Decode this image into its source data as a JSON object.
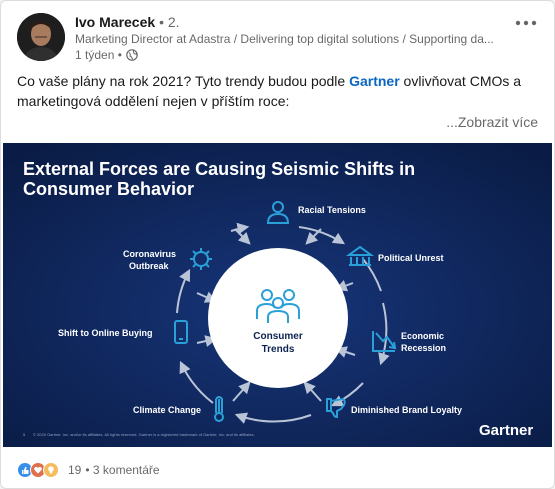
{
  "post": {
    "author_name": "Ivo Marecek",
    "degree": "• 2.",
    "headline": "Marketing Director at Adastra / Delivering top digital solutions / Supporting da...",
    "time": "1 týden •",
    "visibility_icon": "globe-icon",
    "menu_icon": "more-horizontal-icon",
    "text_before": "Co vaše plány na rok 2021? Tyto trendy budou podle ",
    "text_link": "Gartner",
    "text_after": " ovlivňovat CMOs a marketingová oddělení nejen v příštím roce:",
    "see_more": "...Zobrazit více"
  },
  "infographic": {
    "title_line1": "External Forces are Causing Seismic Shifts in",
    "title_line2": "Consumer Behavior",
    "center_line1": "Consumer",
    "center_line2": "Trends",
    "labels": {
      "racial": "Racial Tensions",
      "political": "Political Unrest",
      "economic1": "Economic",
      "economic2": "Recession",
      "brand": "Diminished Brand Loyalty",
      "climate": "Climate Change",
      "shift": "Shift to Online Buying",
      "corona1": "Coronavirus",
      "corona2": "Outbreak"
    },
    "footer_text": "© 2020 Gartner, Inc. and/or its affiliates. All rights reserved. Gartner is a registered trademark of Gartner, Inc. and its affiliates.",
    "page_number": "5",
    "brand": "Gartner",
    "colors": {
      "background": "#0c2251",
      "accent": "#2aa0d8",
      "center": "#ffffff"
    }
  },
  "social": {
    "reaction_icons": [
      "like-icon",
      "love-icon",
      "insightful-icon"
    ],
    "reaction_count": "19",
    "comments": "• 3 komentáře"
  }
}
